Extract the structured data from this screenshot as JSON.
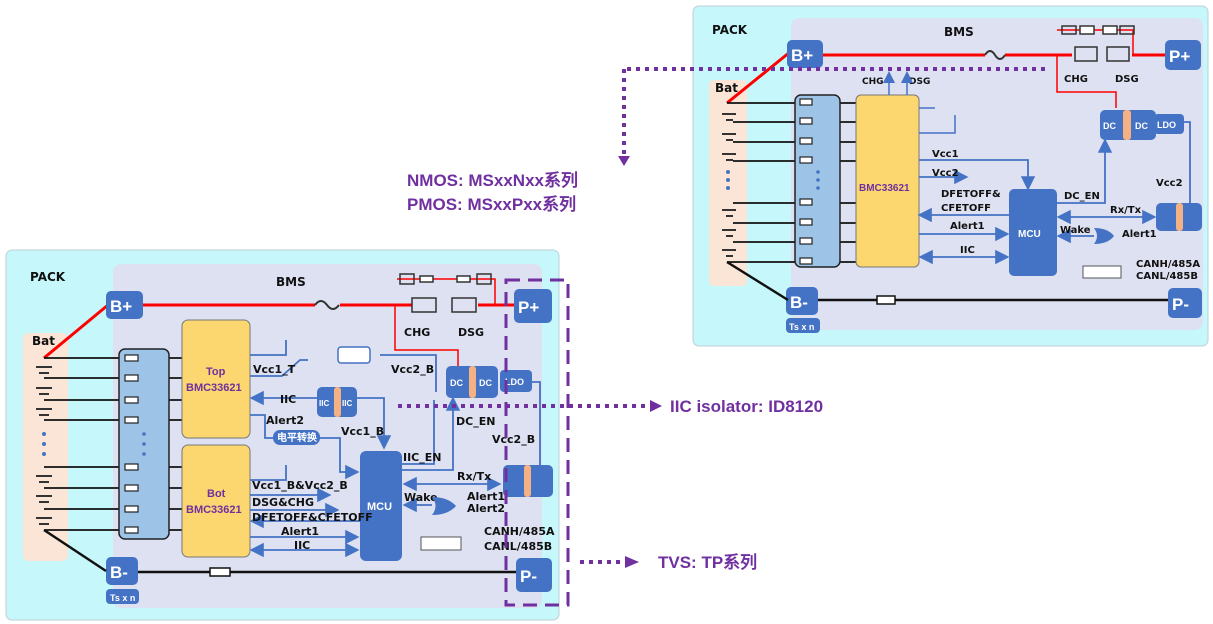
{
  "colors": {
    "pack_bg": "#c6f7fa",
    "bms_bg": "#dde1f2",
    "chip_yellow": "#fcd770",
    "blue_block": "#4472c4",
    "filter_bg": "#9dc3e6",
    "bat_bg": "#fbe5d6",
    "red_wire": "#ff0000",
    "annot_purple": "#7030a0"
  },
  "diagram_top": {
    "pack_label": "PACK",
    "bms_label": "BMS",
    "bat_label": "Bat",
    "b_plus": "B+",
    "b_minus": "B-",
    "p_plus": "P+",
    "p_minus": "P-",
    "ts_label": "Ts x n",
    "chip_label": "BMC33621",
    "mcu_label": "MCU",
    "chg_label": "CHG",
    "dsg_label": "DSG",
    "chg_top": "CHG",
    "dsg_top": "DSG",
    "vcc1": "Vcc1",
    "vcc2": "Vcc2",
    "dfetoff": "DFETOFF&",
    "cfetoff": "CFETOFF",
    "alert1": "Alert1",
    "iic": "IIC",
    "dc_en": "DC_EN",
    "rx_tx": "Rx/Tx",
    "wake": "Wake",
    "alert1_gate": "Alert1",
    "vcc2_iso": "Vcc2",
    "dc_left": "DC",
    "dc_right": "DC",
    "ldo": "LDO",
    "canh": "CANH/485A",
    "canl": "CANL/485B"
  },
  "diagram_bottom": {
    "pack_label": "PACK",
    "bms_label": "BMS",
    "bat_label": "Bat",
    "b_plus": "B+",
    "b_minus": "B-",
    "p_plus": "P+",
    "p_minus": "P-",
    "ts_label": "Ts x n",
    "top_chip": [
      "Top",
      "BMC33621"
    ],
    "bot_chip": [
      "Bot",
      "BMC33621"
    ],
    "mcu_label": "MCU",
    "chg_label": "CHG",
    "dsg_label": "DSG",
    "vcc1_t": "Vcc1_T",
    "vcc2_b_top": "Vcc2_B",
    "iic_top": "IIC",
    "alert2": "Alert2",
    "level_shift": "电平转换",
    "vcc1_b": "Vcc1_B",
    "iic_en": "IIC_EN",
    "dc_en": "DC_EN",
    "vcc2_b": "Vcc2_B",
    "iso_iic_left": "IIC",
    "iso_iic_right": "IIC",
    "vcc1b_vcc2b": "Vcc1_B&Vcc2_B",
    "dsg_chg": "DSG&CHG",
    "dfetoff_cfetoff": "DFETOFF&CFETOFF",
    "alert1": "Alert1",
    "iic_bot": "IIC",
    "rx_tx": "Rx/Tx",
    "wake": "Wake",
    "gate_alert1": "Alert1",
    "gate_alert2": "Alert2",
    "dc_left": "DC",
    "dc_right": "DC",
    "ldo": "LDO",
    "canh": "CANH/485A",
    "canl": "CANL/485B"
  },
  "annotations": {
    "nmos": "NMOS: MSxxNxx系列",
    "pmos": "PMOS:  MSxxPxx系列",
    "iic_isolator": "IIC isolator: ID8120",
    "tvs": "TVS:  TP系列"
  }
}
